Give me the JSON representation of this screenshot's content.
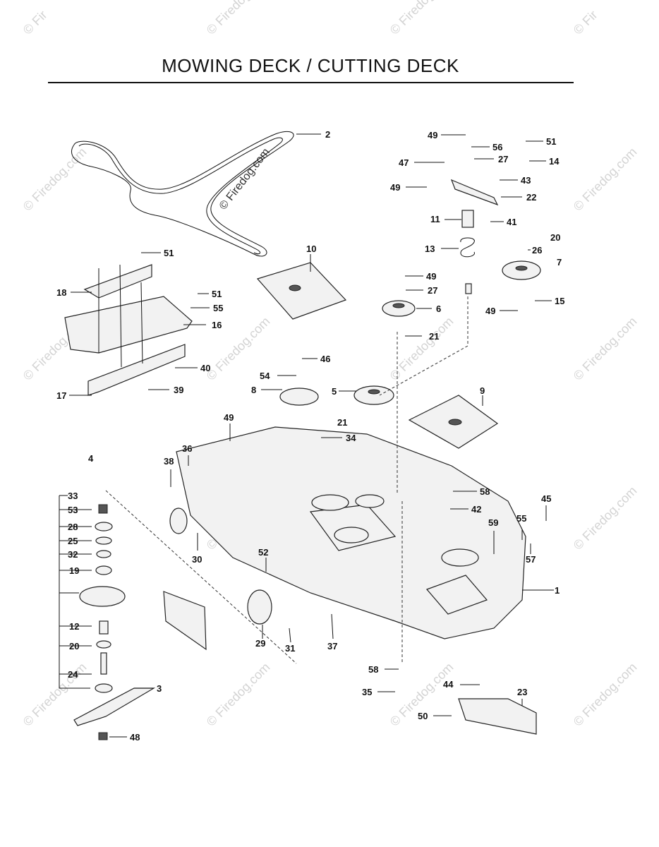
{
  "title": "MOWING DECK / CUTTING DECK",
  "watermark": "© Firedog.com",
  "callouts": [
    "1",
    "2",
    "3",
    "4",
    "5",
    "6",
    "7",
    "8",
    "9",
    "10",
    "11",
    "12",
    "13",
    "14",
    "15",
    "16",
    "17",
    "18",
    "19",
    "20",
    "20",
    "21",
    "21",
    "22",
    "23",
    "24",
    "25",
    "26",
    "27",
    "27",
    "28",
    "29",
    "30",
    "31",
    "32",
    "33",
    "34",
    "35",
    "36",
    "37",
    "38",
    "39",
    "40",
    "41",
    "42",
    "43",
    "44",
    "45",
    "46",
    "47",
    "48",
    "49",
    "49",
    "49",
    "49",
    "49",
    "50",
    "51",
    "51",
    "51",
    "52",
    "53",
    "54",
    "55",
    "55",
    "56",
    "57",
    "58",
    "58",
    "59"
  ]
}
